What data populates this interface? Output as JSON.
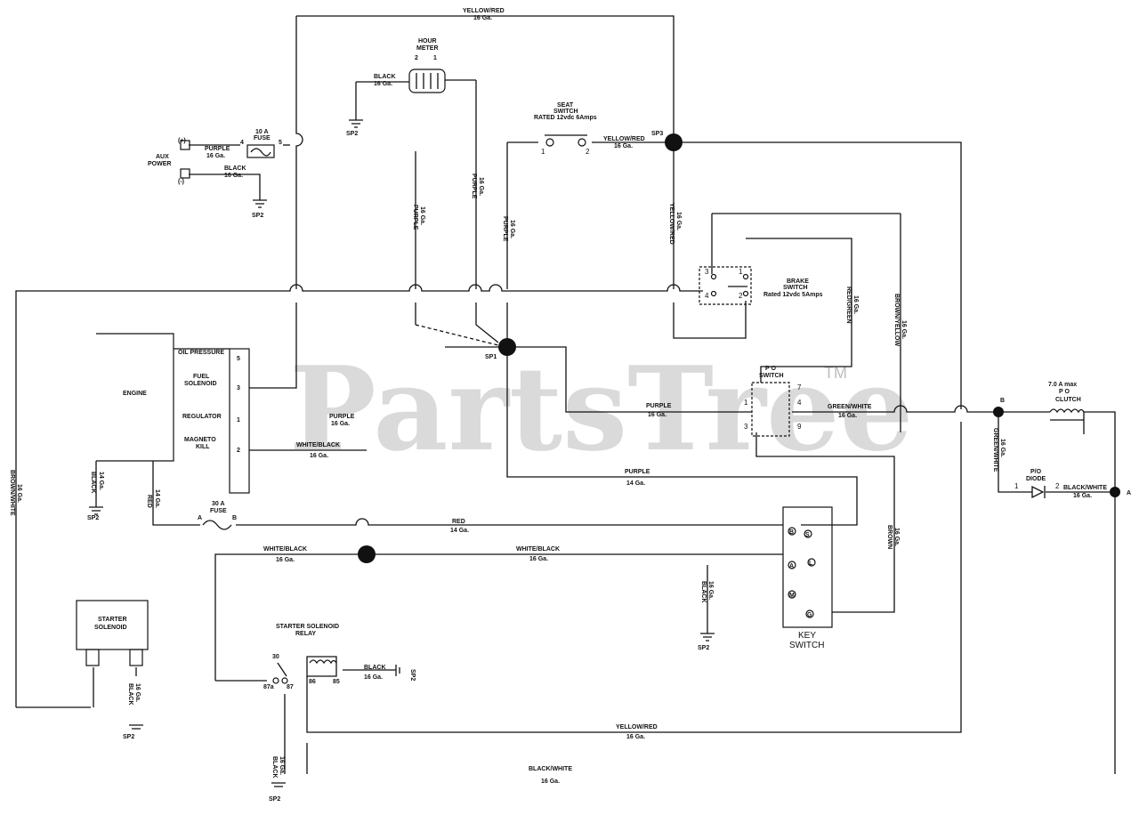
{
  "watermark": {
    "brand": "PartsTree",
    "tm": "TM"
  },
  "components": {
    "engine": "ENGINE",
    "hour_meter_l1": "HOUR",
    "hour_meter_l2": "METER",
    "seat_switch_l1": "SEAT",
    "seat_switch_l2": "SWITCH",
    "seat_switch_rating": "RATED 12vdc 6Amps",
    "brake_switch_l1": "BRAKE",
    "brake_switch_l2": "SWITCH",
    "brake_switch_rating": "Rated 12vdc 5Amps",
    "pto_switch_l1": "P O",
    "pto_switch_l2": "SWITCH",
    "pto_clutch_l1": "7.0 A max",
    "pto_clutch_l2": "P O",
    "pto_clutch_l3": "CLUTCH",
    "pto_diode_l1": "P/O",
    "pto_diode_l2": "DIODE",
    "key_switch_l1": "KEY",
    "key_switch_l2": "SWITCH",
    "starter_solenoid_l1": "STARTER",
    "starter_solenoid_l2": "SOLENOID",
    "relay_l1": "STARTER SOLENOID",
    "relay_l2": "RELAY",
    "aux_power_l1": "AUX",
    "aux_power_l2": "POWER",
    "aux_plus": "(+)",
    "aux_minus": "(-)",
    "fuse_10a_l1": "10 A",
    "fuse_10a_l2": "FUSE",
    "fuse_30a_l1": "30 A",
    "fuse_30a_l2": "FUSE"
  },
  "engine_terminals": {
    "oil_pressure": "OIL PRESSURE",
    "fuel_solenoid_l1": "FUEL",
    "fuel_solenoid_l2": "SOLENOID",
    "regulator": "REGULATOR",
    "magneto_l1": "MAGNETO",
    "magneto_l2": "KILL",
    "pins": [
      "5",
      "3",
      "1",
      "2"
    ]
  },
  "splices": {
    "sp1": "SP1",
    "sp2": "SP2",
    "sp3": "SP3"
  },
  "connectors": {
    "a": "A",
    "b": "B"
  },
  "pins": {
    "hour_2": "2",
    "hour_1": "1",
    "seat_1": "1",
    "seat_2": "2",
    "brake_3": "3",
    "brake_4": "4",
    "brake_1": "1",
    "brake_2": "2",
    "pto_7": "7",
    "pto_1": "1",
    "pto_4": "4",
    "pto_3": "3",
    "pto_9": "9",
    "fuse10_4": "4",
    "fuse10_5": "5",
    "fuse30_a": "A",
    "fuse30_b": "B",
    "relay_30": "30",
    "relay_87": "87",
    "relay_87a": "87a",
    "relay_86": "86",
    "relay_85": "85",
    "diode_1": "1",
    "diode_2": "2",
    "ks_b": "B",
    "ks_s": "S",
    "ks_a": "A",
    "ks_l": "L",
    "ks_m": "M",
    "ks_g": "G"
  },
  "wires": {
    "yellow_red": "YELLOW/RED",
    "purple": "PURPLE",
    "black": "BLACK",
    "red": "RED",
    "white_black": "WHITE/BLACK",
    "green_white": "GREEN/WHITE",
    "brown_white": "BROWN/WHITE",
    "red_green": "RED/GREEN",
    "brown_yellow": "BROWN/YELLOW",
    "brown": "BROWN",
    "black_white": "BLACK/WHITE",
    "g14": "14 Ga.",
    "g16": "16 Ga."
  }
}
